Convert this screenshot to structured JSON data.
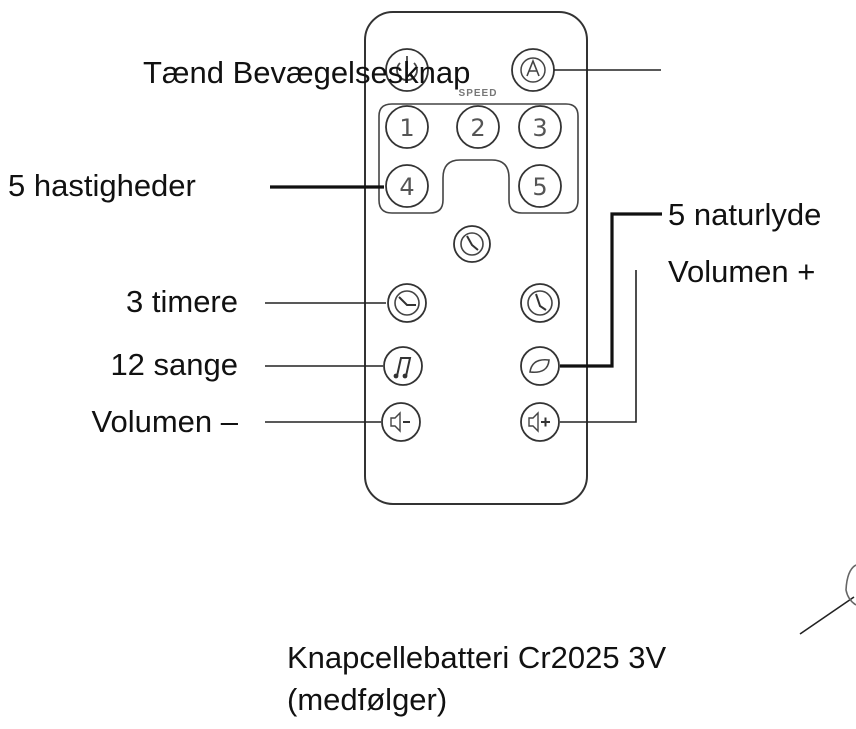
{
  "labels": {
    "power_motion": "Tænd Bevægelsesknap",
    "speeds": "5 hastigheder",
    "timers": "3 timere",
    "songs": "12 sange",
    "volume_down": "Volumen –",
    "nature_sounds": "5 naturlyde",
    "volume_up": "Volumen +",
    "battery_line1": "Knapcellebatteri Cr2025 3V",
    "battery_line2": "(medfølger)"
  },
  "remote": {
    "speed_buttons": [
      "1",
      "2",
      "3",
      "4",
      "5"
    ],
    "speed_caption": "SPEED"
  },
  "icons": {
    "power": "power-icon",
    "motion": "motion-icon",
    "timer_center": "timer-icon",
    "timer_left": "timer-icon",
    "timer_right": "timer-icon",
    "music": "music-note-icon",
    "nature": "leaf-icon",
    "vol_down": "speaker-minus-icon",
    "vol_up": "speaker-plus-icon"
  }
}
